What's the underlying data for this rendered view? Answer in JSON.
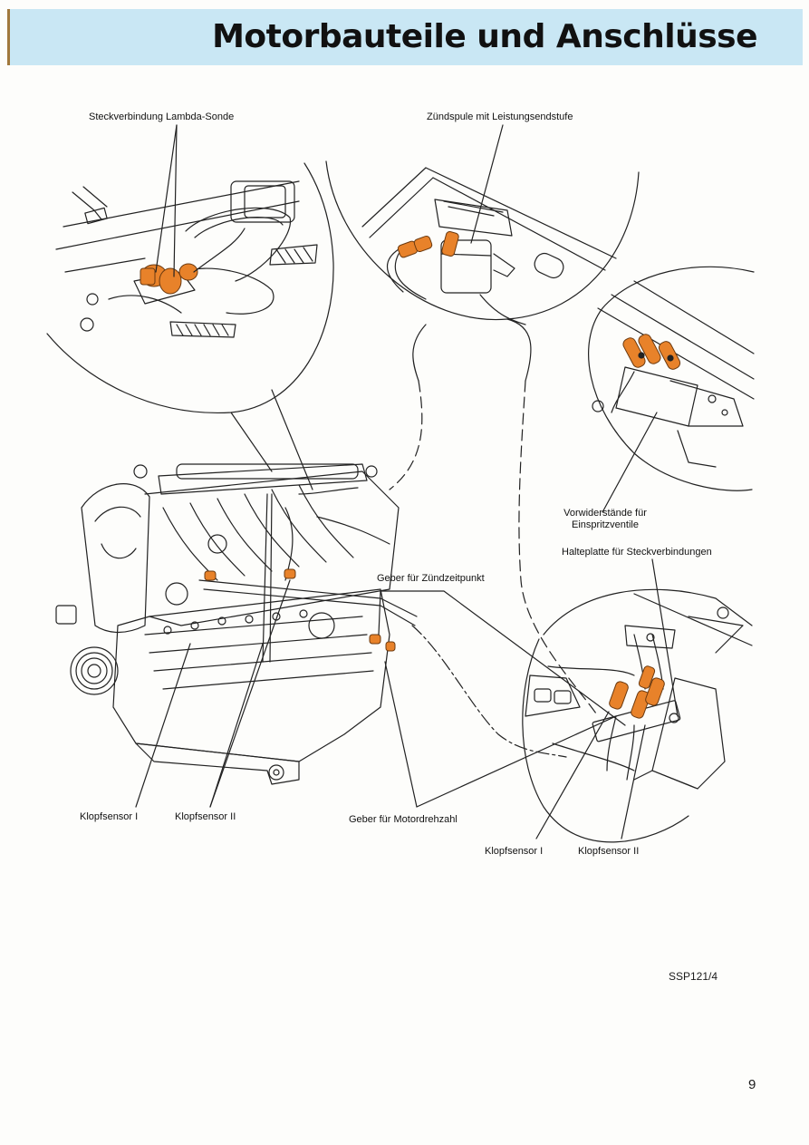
{
  "page": {
    "title": "Motorbauteile und Anschlüsse",
    "figure_code": "SSP121/4",
    "page_number": "9"
  },
  "labels": {
    "lambda": "Steckverbindung Lambda-Sonde",
    "zuendspule": "Zündspule mit Leistungsendstufe",
    "vorwiderstaende_1": "Vorwiderstände für",
    "vorwiderstaende_2": "Einspritzventile",
    "halteplatte": "Halteplatte für Steckverbindungen",
    "geber_zuendzeit": "Geber für Zündzeitpunkt",
    "klopf1_left": "Klopfsensor I",
    "klopf2_left": "Klopfsensor II",
    "geber_drehzahl": "Geber für Motordrehzahl",
    "klopf1_right": "Klopfsensor I",
    "klopf2_right": "Klopfsensor II"
  },
  "colors": {
    "header_bg": "#c9e7f4",
    "highlight": "#e8822a",
    "line": "#222222"
  }
}
